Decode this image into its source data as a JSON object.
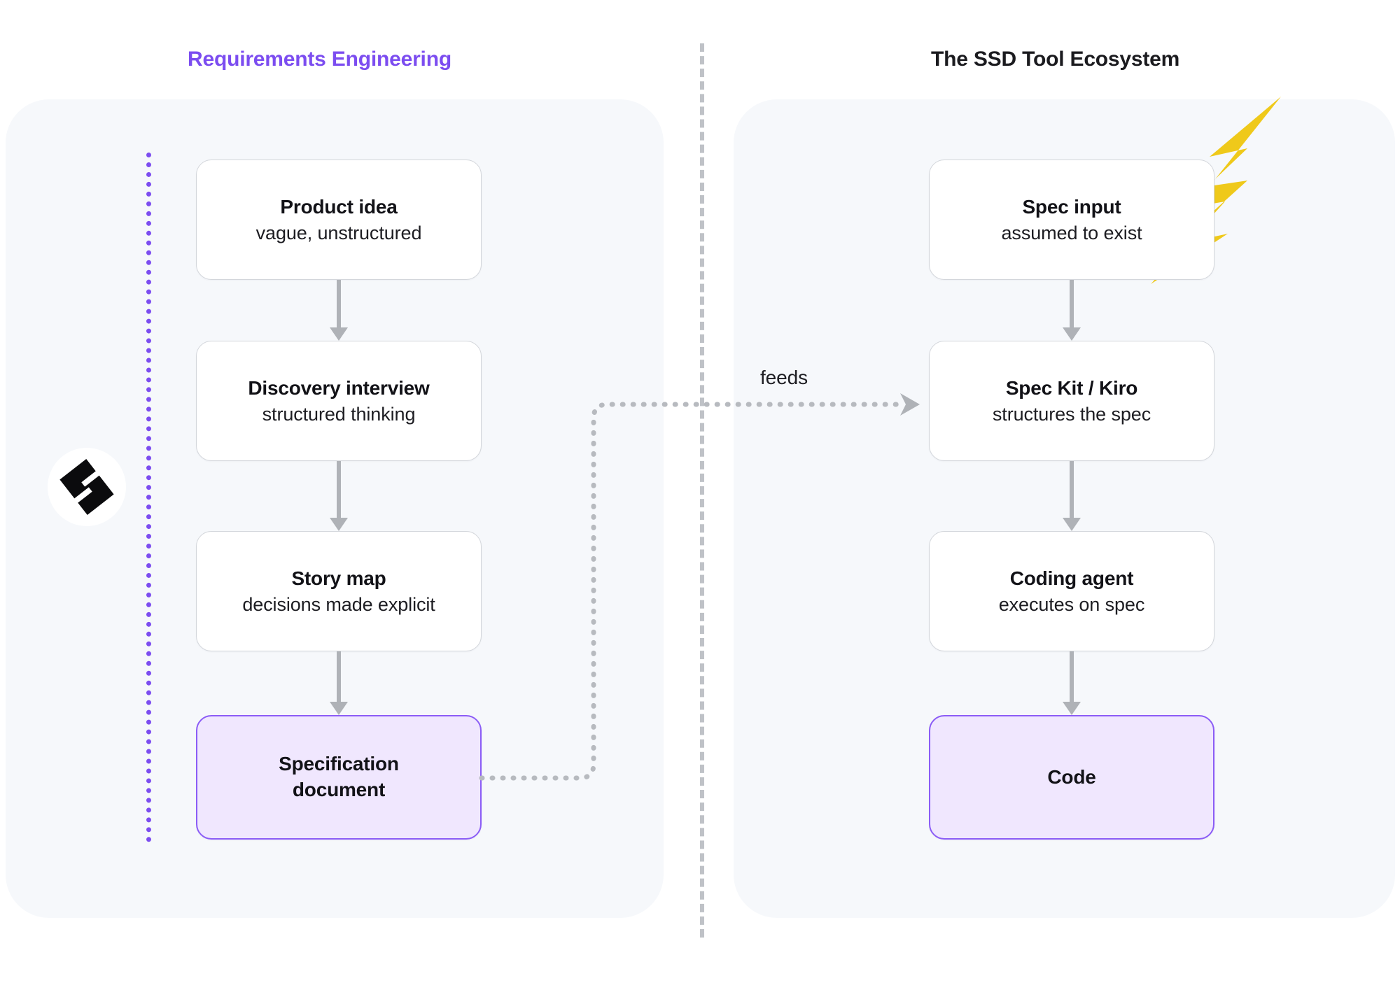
{
  "columns": {
    "left": {
      "title": "Requirements Engineering",
      "title_color": "#7C4DF0",
      "nodes": [
        {
          "title": "Product idea",
          "sub": "vague, unstructured"
        },
        {
          "title": "Discovery interview",
          "sub": "structured thinking"
        },
        {
          "title": "Story map",
          "sub": "decisions made explicit"
        },
        {
          "title": "Specification document",
          "title_line1": "Specification",
          "title_line2": "document",
          "sub": "",
          "accent": true
        }
      ]
    },
    "right": {
      "title": "The SSD Tool Ecosystem",
      "title_color": "#1B1B1F",
      "nodes": [
        {
          "title": "Spec input",
          "sub": "assumed to exist"
        },
        {
          "title": "Spec Kit / Kiro",
          "sub": "structures the spec"
        },
        {
          "title": "Coding agent",
          "sub": "executes on spec"
        },
        {
          "title": "Code",
          "sub": "",
          "accent": true
        }
      ]
    }
  },
  "connectors": {
    "cross_label": "feeds",
    "arrow_color": "#AFB2B7",
    "dotted_color": "#B7BABF"
  },
  "decor": {
    "lightning_color": "#EFC91A",
    "logo_name": "spec-s-logo",
    "accent_fill": "#F0E7FE",
    "accent_border": "#8B5CF6",
    "panel_bg": "#F6F8FB",
    "rail_color": "#7C4DF0",
    "divider_color": "#BFC2C7"
  }
}
